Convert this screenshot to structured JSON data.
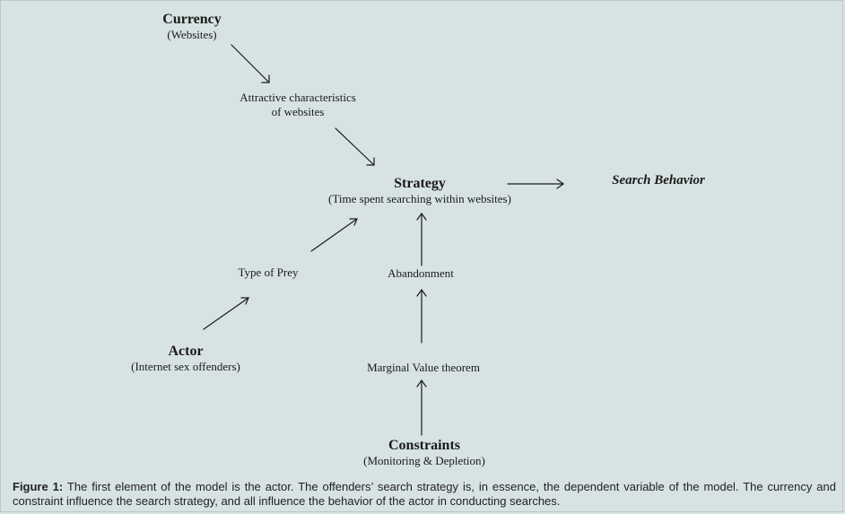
{
  "nodes": {
    "currency": {
      "title": "Currency",
      "sub": "(Websites)"
    },
    "attractive": {
      "line1": "Attractive characteristics",
      "line2": "of websites"
    },
    "strategy": {
      "title": "Strategy",
      "sub": "(Time spent searching within websites)"
    },
    "search_behavior": {
      "label": "Search Behavior"
    },
    "type_of_prey": {
      "label": "Type of Prey"
    },
    "abandonment": {
      "label": "Abandonment"
    },
    "actor": {
      "title": "Actor",
      "sub": "(Internet sex offenders)"
    },
    "marginal_value": {
      "label": "Marginal Value theorem"
    },
    "constraints": {
      "title": "Constraints",
      "sub": "(Monitoring & Depletion)"
    }
  },
  "caption": {
    "label": "Figure 1:",
    "text": " The first element of the model is the actor. The offenders’ search strategy is, in essence, the dependent variable of the model. The currency and constraint influence the search strategy, and all influence the behavior of the actor in conducting searches."
  }
}
